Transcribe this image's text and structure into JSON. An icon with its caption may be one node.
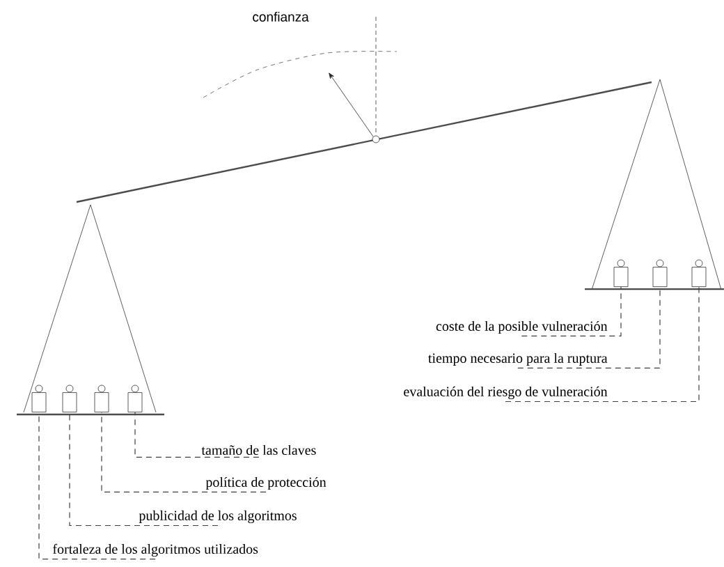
{
  "diagram": {
    "nodes": [
      {
        "text": [],
        "shape": "box"
      },
      {
        "text": [],
        "shape": "box"
      },
      {
        "text": [],
        "shape": "box"
      },
      {
        "text": [],
        "shape": "box"
      },
      {
        "text": [],
        "shape": "box"
      },
      {
        "text": [],
        "shape": "box"
      },
      {
        "text": [],
        "shape": "box"
      },
      {
        "text": [
          "coste de la posible vulneración"
        ]
      },
      {
        "text": [
          "tiempo necesario para la ruptura"
        ]
      },
      {
        "text": [
          "evaluación del riesgo de vulneración"
        ]
      },
      {
        "text": [
          "tamaño de las claves"
        ]
      },
      {
        "text": [
          "política de protección"
        ]
      },
      {
        "text": [
          "publicidad de los algoritmos"
        ]
      },
      {
        "text": [
          "fortaleza de los algoritmos utilizados"
        ]
      }
    ],
    "edges": [
      {
        "from": 7,
        "to": 4,
        "arrow": "none",
        "style": "dashed"
      },
      {
        "from": 8,
        "to": 5,
        "arrow": "none",
        "style": "dashed"
      },
      {
        "from": 9,
        "to": 6,
        "arrow": "none",
        "style": "dashed"
      },
      {
        "from": 10,
        "to": 3,
        "arrow": "none",
        "style": "dashed"
      },
      {
        "from": 11,
        "to": 2,
        "arrow": "none",
        "style": "dashed"
      },
      {
        "from": 12,
        "to": 1,
        "arrow": "none",
        "style": "dashed"
      },
      {
        "from": 13,
        "to": 0,
        "arrow": "none",
        "style": "dashed"
      }
    ],
    "labels": [
      "confianza"
    ]
  }
}
